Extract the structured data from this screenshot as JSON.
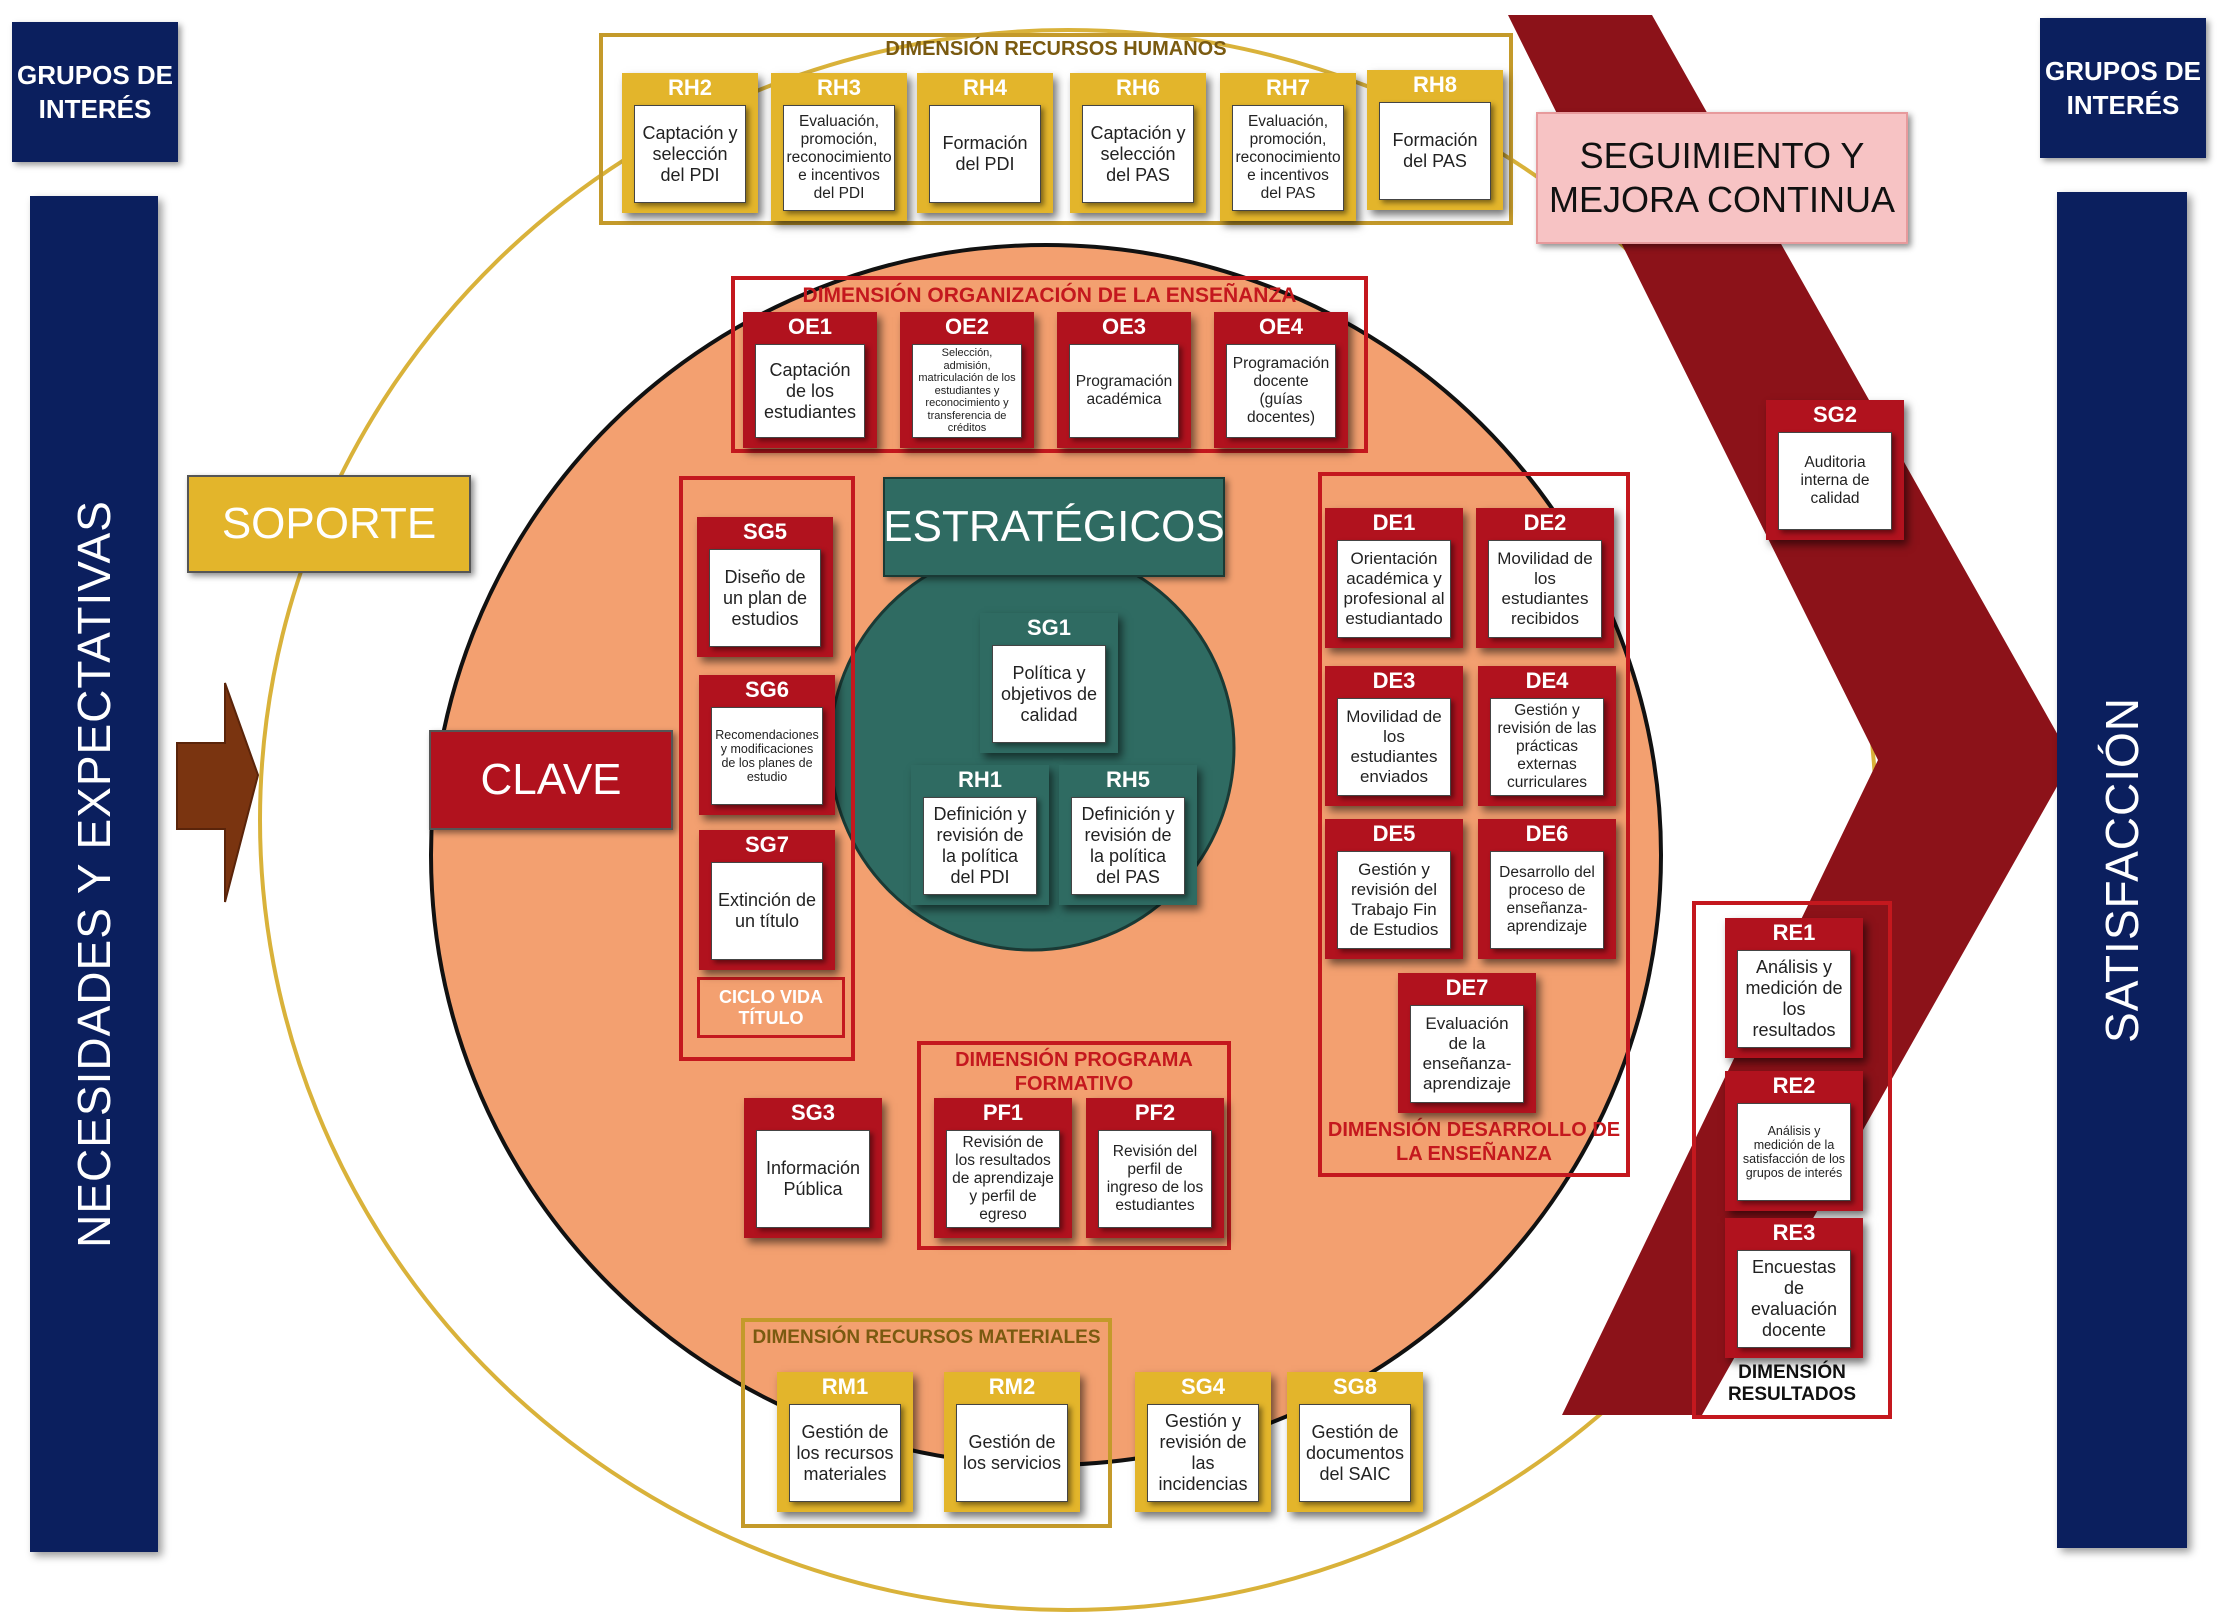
{
  "left_header": "GRUPOS DE INTERÉS",
  "right_header": "GRUPOS DE INTERÉS",
  "left_bar": "NECESIDADES Y EXPECTATIVAS",
  "right_bar": "SATISFACCIÓN",
  "labels": {
    "soporte": "SOPORTE",
    "clave": "CLAVE",
    "estrategicos": "ESTRATÉGICOS",
    "seguimiento": "SEGUIMIENTO Y MEJORA CONTINUA",
    "ciclo_vida": "CICLO VIDA TÍTULO"
  },
  "dimensions": {
    "rh": "DIMENSIÓN RECURSOS HUMANOS",
    "oe": "DIMENSIÓN ORGANIZACIÓN DE LA ENSEÑANZA",
    "pf": "DIMENSIÓN PROGRAMA FORMATIVO",
    "de": "DIMENSIÓN DESARROLLO DE LA ENSEÑANZA",
    "rm": "DIMENSIÓN RECURSOS MATERIALES",
    "re": "DIMENSIÓN RESULTADOS"
  },
  "processes": {
    "RH2": {
      "code": "RH2",
      "text": "Captación y selección del PDI"
    },
    "RH3": {
      "code": "RH3",
      "text": "Evaluación, promoción, reconocimiento e incentivos del PDI"
    },
    "RH4": {
      "code": "RH4",
      "text": "Formación del PDI"
    },
    "RH6": {
      "code": "RH6",
      "text": "Captación y selección del PAS"
    },
    "RH7": {
      "code": "RH7",
      "text": "Evaluación, promoción, reconocimiento e incentivos del PAS"
    },
    "RH8": {
      "code": "RH8",
      "text": "Formación del PAS"
    },
    "OE1": {
      "code": "OE1",
      "text": "Captación de los estudiantes"
    },
    "OE2": {
      "code": "OE2",
      "text": "Selección, admisión, matriculación de los estudiantes y reconocimiento y transferencia de créditos"
    },
    "OE3": {
      "code": "OE3",
      "text": "Programación académica"
    },
    "OE4": {
      "code": "OE4",
      "text": "Programación docente (guías docentes)"
    },
    "SG5": {
      "code": "SG5",
      "text": "Diseño de un plan de estudios"
    },
    "SG6": {
      "code": "SG6",
      "text": "Recomendaciones y modificaciones de los planes de estudio"
    },
    "SG7": {
      "code": "SG7",
      "text": "Extinción de un título"
    },
    "SG1": {
      "code": "SG1",
      "text": "Política y objetivos de calidad"
    },
    "RH1": {
      "code": "RH1",
      "text": "Definición y revisión de la política del PDI"
    },
    "RH5": {
      "code": "RH5",
      "text": "Definición y revisión de la política del PAS"
    },
    "DE1": {
      "code": "DE1",
      "text": "Orientación académica y profesional al estudiantado"
    },
    "DE2": {
      "code": "DE2",
      "text": "Movilidad de los estudiantes recibidos"
    },
    "DE3": {
      "code": "DE3",
      "text": "Movilidad de los estudiantes enviados"
    },
    "DE4": {
      "code": "DE4",
      "text": "Gestión y revisión de las prácticas externas curriculares"
    },
    "DE5": {
      "code": "DE5",
      "text": "Gestión y revisión del Trabajo Fin de Estudios"
    },
    "DE6": {
      "code": "DE6",
      "text": "Desarrollo del proceso de enseñanza-aprendizaje"
    },
    "DE7": {
      "code": "DE7",
      "text": "Evaluación de la enseñanza-aprendizaje"
    },
    "SG3": {
      "code": "SG3",
      "text": "Información Pública"
    },
    "PF1": {
      "code": "PF1",
      "text": "Revisión de los resultados de aprendizaje y perfil de egreso"
    },
    "PF2": {
      "code": "PF2",
      "text": "Revisión del perfil de ingreso de los estudiantes"
    },
    "SG2": {
      "code": "SG2",
      "text": "Auditoria interna de calidad"
    },
    "RE1": {
      "code": "RE1",
      "text": "Análisis y medición de los resultados"
    },
    "RE2": {
      "code": "RE2",
      "text": "Análisis y medición de la satisfacción de los grupos de interés"
    },
    "RE3": {
      "code": "RE3",
      "text": "Encuestas de evaluación docente"
    },
    "RM1": {
      "code": "RM1",
      "text": "Gestión de los recursos materiales"
    },
    "RM2": {
      "code": "RM2",
      "text": "Gestión de los servicios"
    },
    "SG4": {
      "code": "SG4",
      "text": "Gestión y revisión de las incidencias"
    },
    "SG8": {
      "code": "SG8",
      "text": "Gestión de documentos del SAIC"
    }
  },
  "colors": {
    "navy": "#0b1f5e",
    "gold": "#e3b52b",
    "red": "#b1121e",
    "dark_red": "#8c1219",
    "salmon": "#f3a070",
    "teal": "#2f6b62",
    "pink": "#f7c3c4",
    "brown_arrow": "#7a3410"
  }
}
